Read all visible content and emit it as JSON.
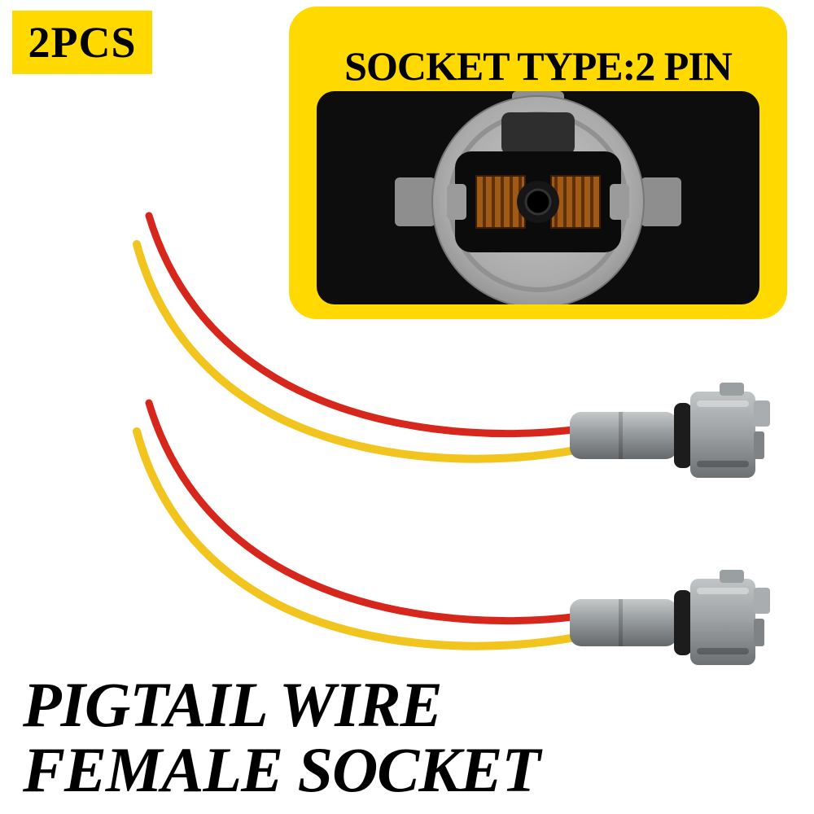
{
  "badge": {
    "label": "2PCS"
  },
  "socket_panel": {
    "title": "SOCKET TYPE:2 PIN"
  },
  "caption": {
    "line1": "PIGTAIL WIRE",
    "line2": "FEMALE SOCKET"
  },
  "product": {
    "wire_colors": [
      "red",
      "yellow"
    ],
    "units_shown": "2"
  },
  "colors": {
    "accent_yellow": "#FFD900",
    "text_black": "#000000",
    "wire_red": "#D7271C",
    "wire_yellow": "#F2C41E",
    "connector_gray": "#9BA0A2",
    "seal_black": "#1C1C1C",
    "terminal_copper": "#A05A16",
    "photo_background": "#0D0D0D"
  }
}
